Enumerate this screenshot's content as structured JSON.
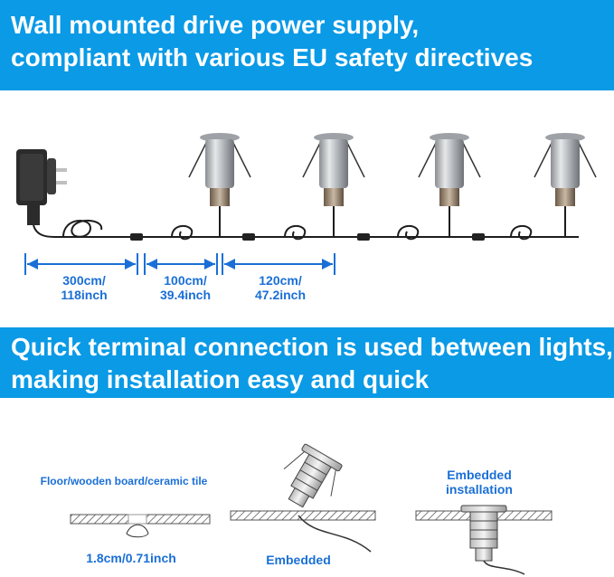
{
  "top_banner": {
    "line1": "Wall mounted drive power supply,",
    "line2": "compliant with various EU safety directives"
  },
  "dimensions": [
    {
      "line1": "300cm/",
      "line2": "118inch"
    },
    {
      "line1": "100cm/",
      "line2": "39.4inch"
    },
    {
      "line1": "120cm/",
      "line2": "47.2inch"
    }
  ],
  "middle_banner": {
    "line1": "Quick terminal connection is used between lights,",
    "line2": "making installation easy and quick"
  },
  "installation": {
    "floor_label": "Floor/wooden board/ceramic tile",
    "hole_size": "1.8cm/0.71inch",
    "embedded_label": "Embedded",
    "embedded_installation_line1": "Embedded",
    "embedded_installation_line2": "installation"
  },
  "colors": {
    "banner": "#0a9ae6",
    "accent_text": "#1a6fd6"
  }
}
